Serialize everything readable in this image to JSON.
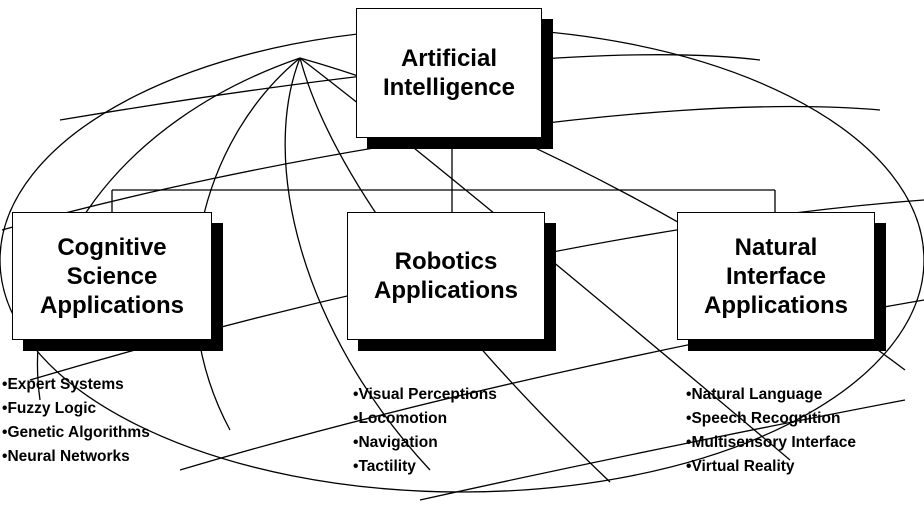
{
  "diagram": {
    "root": {
      "label": "Artificial\nIntelligence"
    },
    "branches": [
      {
        "label": "Cognitive\nScience\nApplications",
        "items": [
          "Expert Systems",
          "Fuzzy Logic",
          "Genetic Algorithms",
          "Neural Networks"
        ]
      },
      {
        "label": "Robotics\nApplications",
        "items": [
          "Visual Perceptions",
          "Locomotion",
          "Navigation",
          "Tactility"
        ]
      },
      {
        "label": "Natural\nInterface\nApplications",
        "items": [
          "Natural Language",
          "Speech Recognition",
          "Multisensory Interface",
          "Virtual Reality"
        ]
      }
    ]
  }
}
